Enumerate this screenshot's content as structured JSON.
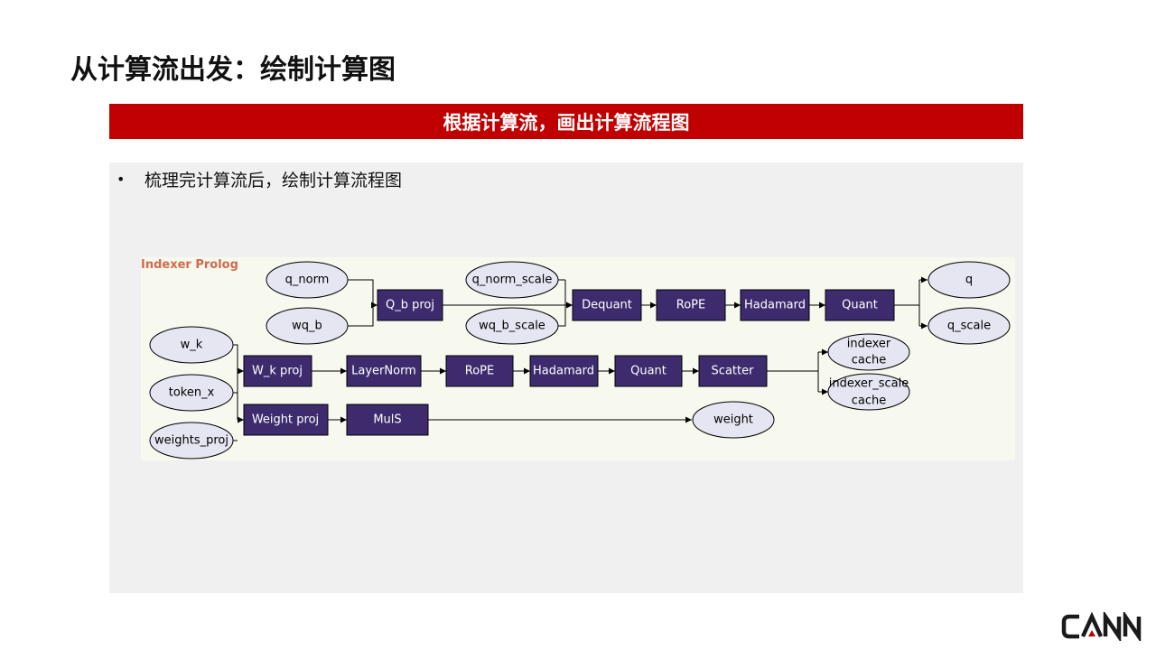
{
  "slide": {
    "title": "从计算流出发：绘制计算图",
    "banner_text": "根据计算流，画出计算流程图",
    "bullet_symbol": "•",
    "bullet_text": "梳理完计算流后，绘制计算流程图"
  },
  "diagram": {
    "caption": "Indexer Prolog",
    "inputs": {
      "q_norm": "q_norm",
      "wq_b": "wq_b",
      "q_norm_scale": "q_norm_scale",
      "wq_b_scale": "wq_b_scale",
      "w_k": "w_k",
      "token_x": "token_x",
      "weights_proj": "weights_proj"
    },
    "ops": {
      "q_b_proj": "Q_b proj",
      "dequant": "Dequant",
      "rope_q": "RoPE",
      "hadamard_q": "Hadamard",
      "quant_q": "Quant",
      "w_k_proj": "W_k proj",
      "layernorm": "LayerNorm",
      "rope_k": "RoPE",
      "hadamard_k": "Hadamard",
      "quant_k": "Quant",
      "scatter": "Scatter",
      "weight_proj": "Weight proj",
      "muls": "MulS"
    },
    "outputs": {
      "q": "q",
      "q_scale": "q_scale",
      "indexer_cache_line1": "indexer",
      "indexer_cache_line2": "cache",
      "indexer_scale_cache_line1": "indexer_scale",
      "indexer_scale_cache_line2": "cache",
      "weight": "weight"
    }
  },
  "logo": {
    "text": "CANN"
  },
  "colors": {
    "banner_red": "#c00000",
    "op_box_fill": "#3d2b6e",
    "io_ellipse_fill": "#e6e6f2",
    "edge": "#000000",
    "caption": "#d16a4c",
    "panel_bg": "#f0f0f0",
    "diagram_bg": "#f7f9ee"
  }
}
